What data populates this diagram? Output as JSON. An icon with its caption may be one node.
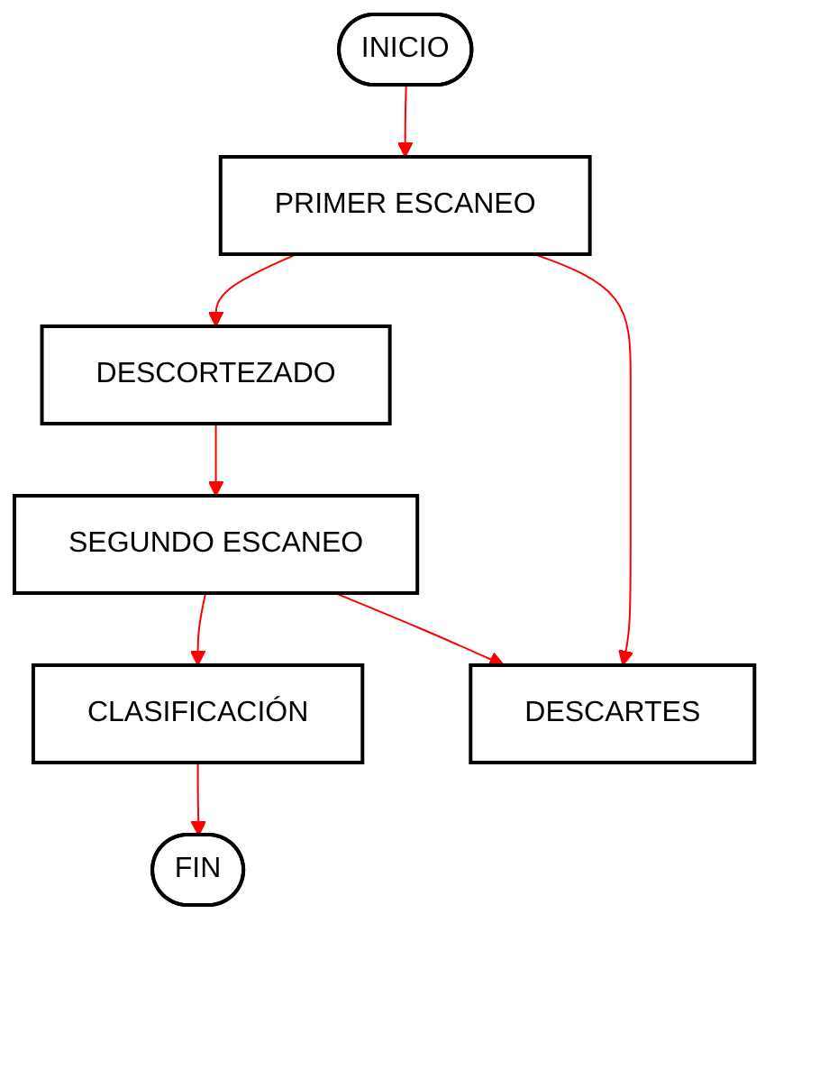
{
  "diagram": {
    "nodes": [
      {
        "text": [
          "INICIO"
        ]
      },
      {
        "text": [
          "PRIMER ESCANEO"
        ]
      },
      {
        "text": [
          "DESCORTEZADO"
        ]
      },
      {
        "text": [
          "SEGUNDO ESCANEO"
        ]
      },
      {
        "text": [
          "CLASIFICACIÓN"
        ]
      },
      {
        "text": [
          "FIN"
        ]
      },
      {
        "text": [
          "DESCARTES"
        ]
      }
    ],
    "edges": [
      {
        "from": 0,
        "to": 1,
        "arrow": "to"
      },
      {
        "from": 1,
        "to": 2,
        "arrow": "to"
      },
      {
        "from": 2,
        "to": 3,
        "arrow": "to"
      },
      {
        "from": 3,
        "to": 4,
        "arrow": "to"
      },
      {
        "from": 4,
        "to": 5,
        "arrow": "to"
      },
      {
        "from": 1,
        "to": 6,
        "arrow": "to"
      },
      {
        "from": 3,
        "to": 6,
        "arrow": "to"
      }
    ]
  }
}
